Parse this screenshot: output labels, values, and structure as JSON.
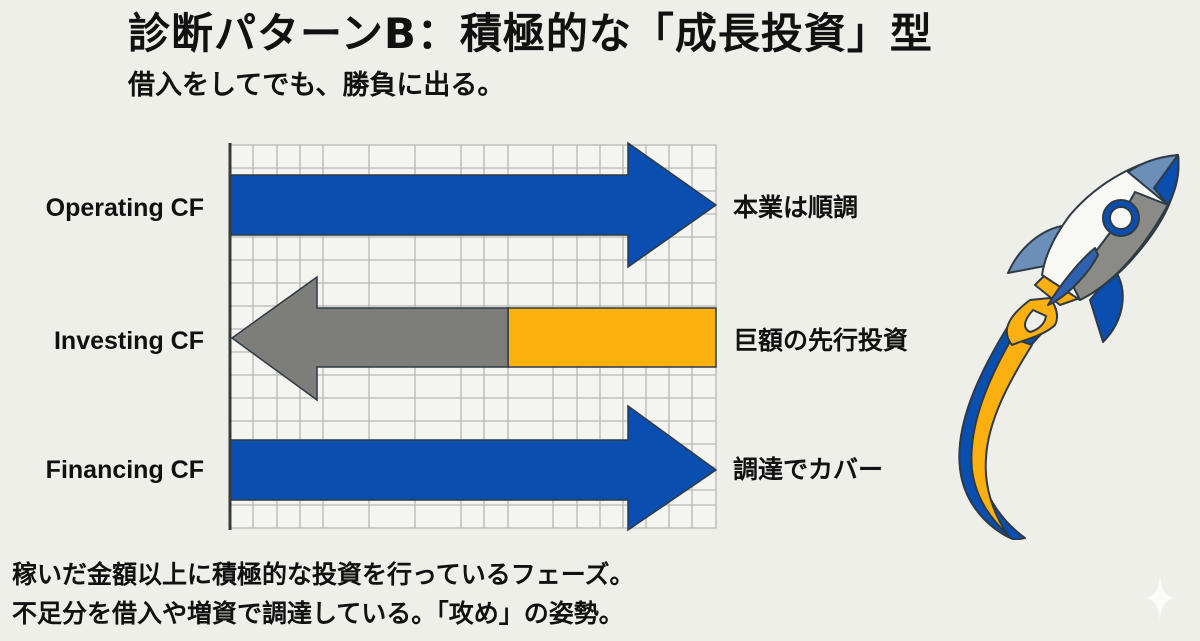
{
  "header": {
    "title": "診断パターンB：積極的な「成長投資」型",
    "subtitle": "借入をしてでも、勝負に出る。"
  },
  "rows": [
    {
      "label": "Operating CF",
      "note": "本業は順調",
      "direction": "inflow",
      "color": "#0a4fb0"
    },
    {
      "label": "Investing CF",
      "note": "巨額の先行投資",
      "direction": "outflow",
      "color": "#7d7d7a",
      "highlight_color": "#fbb010"
    },
    {
      "label": "Financing CF",
      "note": "調達でカバー",
      "direction": "inflow",
      "color": "#0a4fb0"
    }
  ],
  "footer": {
    "line1": "稼いだ金額以上に積極的な投資を行っているフェーズ。",
    "line2": "不足分を借入や増資で調達している。「攻め」の姿勢。"
  },
  "colors": {
    "background": "#efefea",
    "blue": "#0a4fb0",
    "gray": "#7d7d7a",
    "orange": "#fbb010",
    "grid": "#b8b8b2",
    "outline": "#2e3a44"
  },
  "icons": {
    "rocket": "rocket-icon",
    "sparkle": "sparkle-icon"
  }
}
